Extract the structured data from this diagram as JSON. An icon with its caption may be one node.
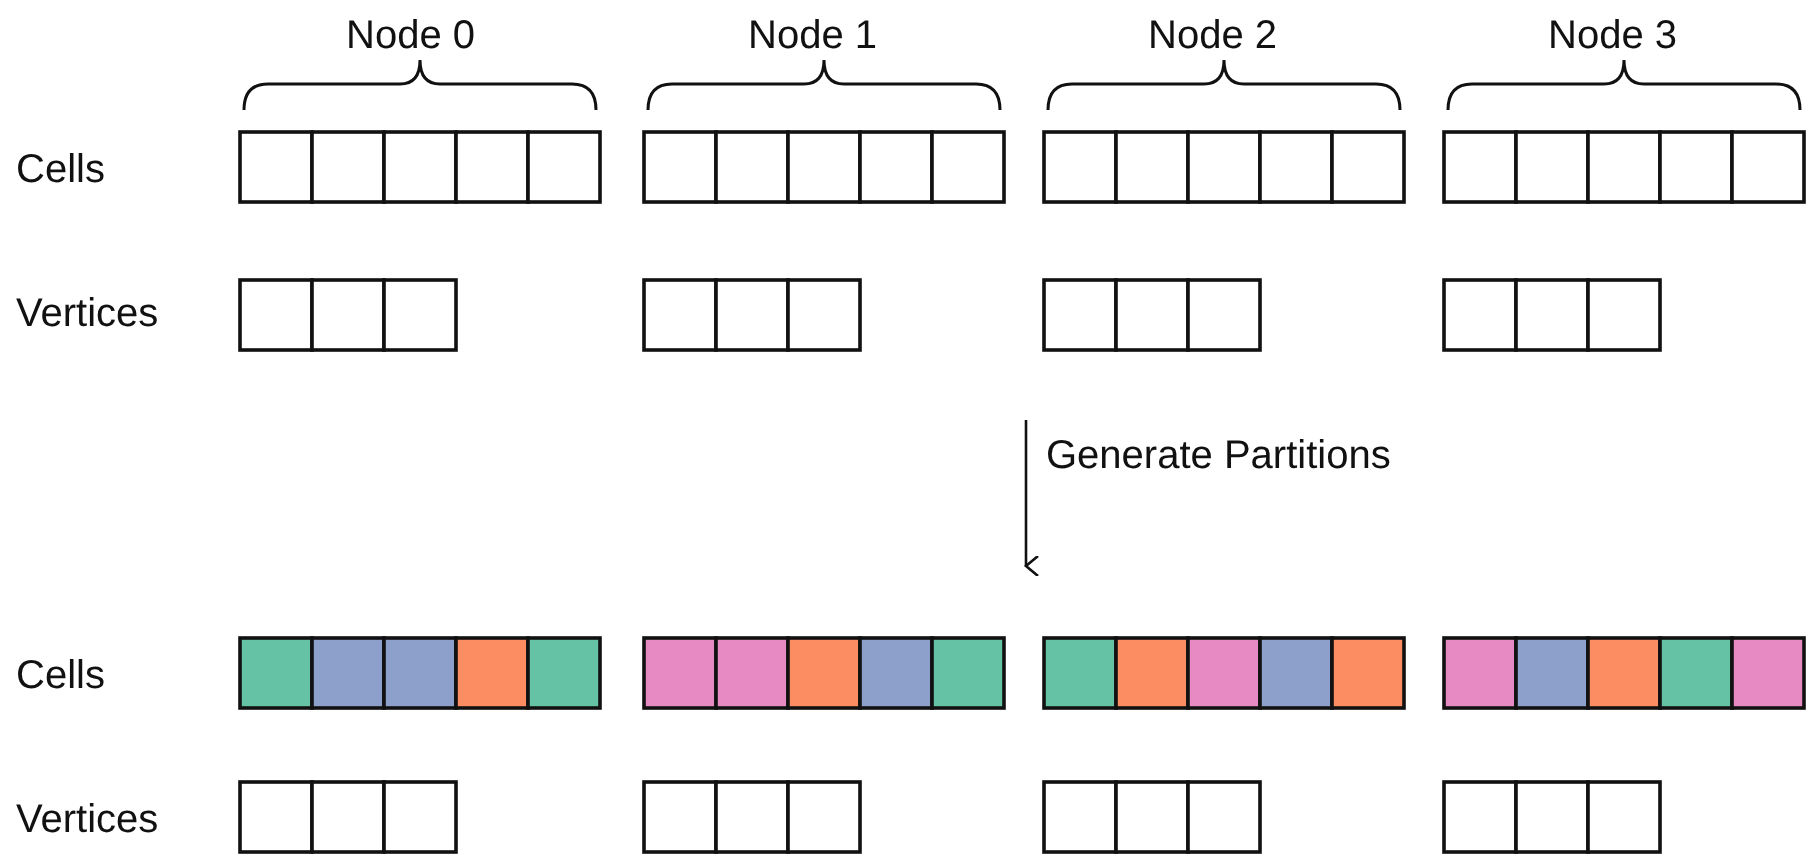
{
  "diagram": {
    "labels": [
      "Node 0",
      "Node 1",
      "Node 2",
      "Node 3",
      "Cells",
      "Vertices",
      "Generate Partitions",
      "Cells",
      "Vertices"
    ]
  }
}
